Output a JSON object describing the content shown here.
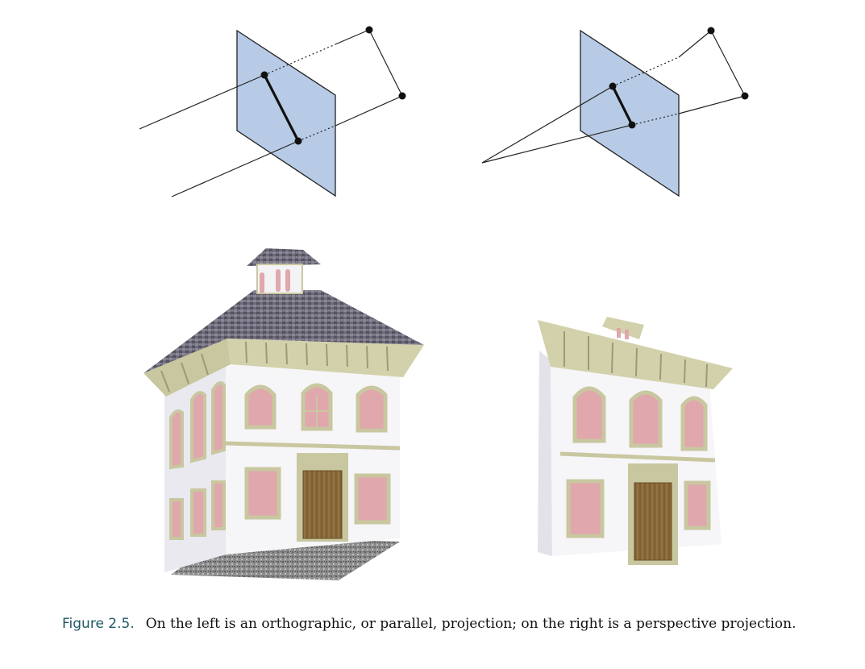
{
  "caption": {
    "label": "Figure 2.5.",
    "text": "On the left is an orthographic, or parallel, projection; on the right is a perspective projection."
  },
  "colors": {
    "plane_fill": "#b8cbe6",
    "wall": "#f4f4f6",
    "trim": "#c9c7a0",
    "window_glass": "#e0a7ad",
    "door": "#8a6a3a",
    "roof": "#6d6a7a",
    "ground": "#8e8e8e",
    "label": "#1f5a66"
  },
  "illustrations": [
    {
      "name": "orthographic-projection-diagram",
      "icon": "parallel-projection-lines"
    },
    {
      "name": "perspective-projection-diagram",
      "icon": "converging-projection-lines"
    },
    {
      "name": "house-orthographic-render",
      "icon": "house-icon"
    },
    {
      "name": "house-perspective-render",
      "icon": "house-icon"
    }
  ]
}
